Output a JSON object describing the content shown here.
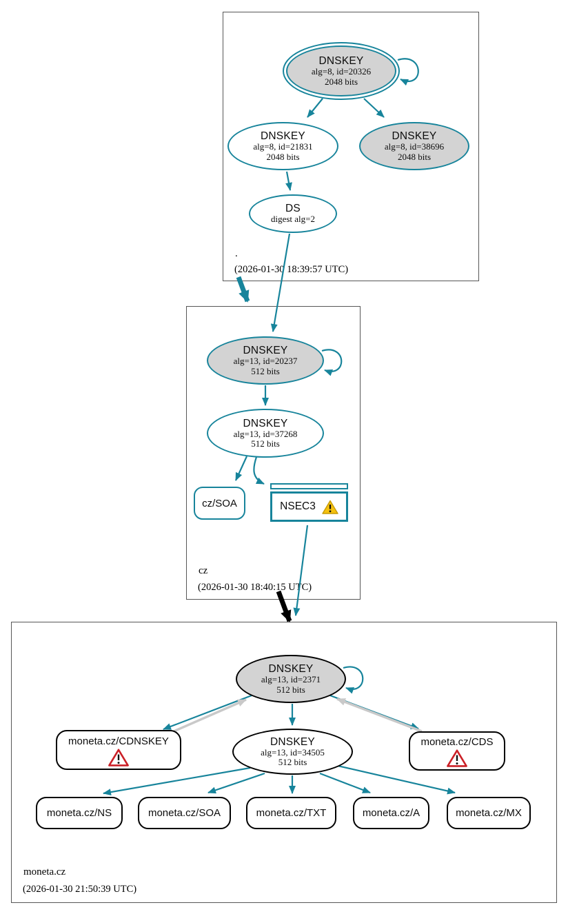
{
  "colors": {
    "secure_teal": "#17849b",
    "insecure_black": "#000000",
    "edge_gray": "#c9c9c9",
    "node_fill_gray": "#d3d3d3",
    "warning_yellow": "#f5c10e",
    "error_red": "#cb2027"
  },
  "icons": {
    "nsec3_status": "warning-triangle-icon",
    "cdnskey_status": "error-triangle-icon",
    "cds_status": "error-triangle-icon"
  },
  "zones": {
    "root": {
      "label": ".",
      "timestamp": "(2026-01-30 18:39:57 UTC)",
      "ksk": {
        "title": "DNSKEY",
        "line1": "alg=8, id=20326",
        "line2": "2048 bits"
      },
      "zsk": {
        "title": "DNSKEY",
        "line1": "alg=8, id=21831",
        "line2": "2048 bits"
      },
      "key38696": {
        "title": "DNSKEY",
        "line1": "alg=8, id=38696",
        "line2": "2048 bits"
      },
      "ds": {
        "title": "DS",
        "line1": "digest alg=2"
      }
    },
    "cz": {
      "label": "cz",
      "timestamp": "(2026-01-30 18:40:15 UTC)",
      "ksk": {
        "title": "DNSKEY",
        "line1": "alg=13, id=20237",
        "line2": "512 bits"
      },
      "zsk": {
        "title": "DNSKEY",
        "line1": "alg=13, id=37268",
        "line2": "512 bits"
      },
      "soa": {
        "label": "cz/SOA"
      },
      "nsec3": {
        "label": "NSEC3"
      }
    },
    "moneta": {
      "label": "moneta.cz",
      "timestamp": "(2026-01-30 21:50:39 UTC)",
      "ksk": {
        "title": "DNSKEY",
        "line1": "alg=13, id=2371",
        "line2": "512 bits"
      },
      "zsk": {
        "title": "DNSKEY",
        "line1": "alg=13, id=34505",
        "line2": "512 bits"
      },
      "cdnskey": {
        "label": "moneta.cz/CDNSKEY"
      },
      "cds": {
        "label": "moneta.cz/CDS"
      },
      "rrsets": [
        {
          "label": "moneta.cz/NS"
        },
        {
          "label": "moneta.cz/SOA"
        },
        {
          "label": "moneta.cz/TXT"
        },
        {
          "label": "moneta.cz/A"
        },
        {
          "label": "moneta.cz/MX"
        }
      ]
    }
  }
}
